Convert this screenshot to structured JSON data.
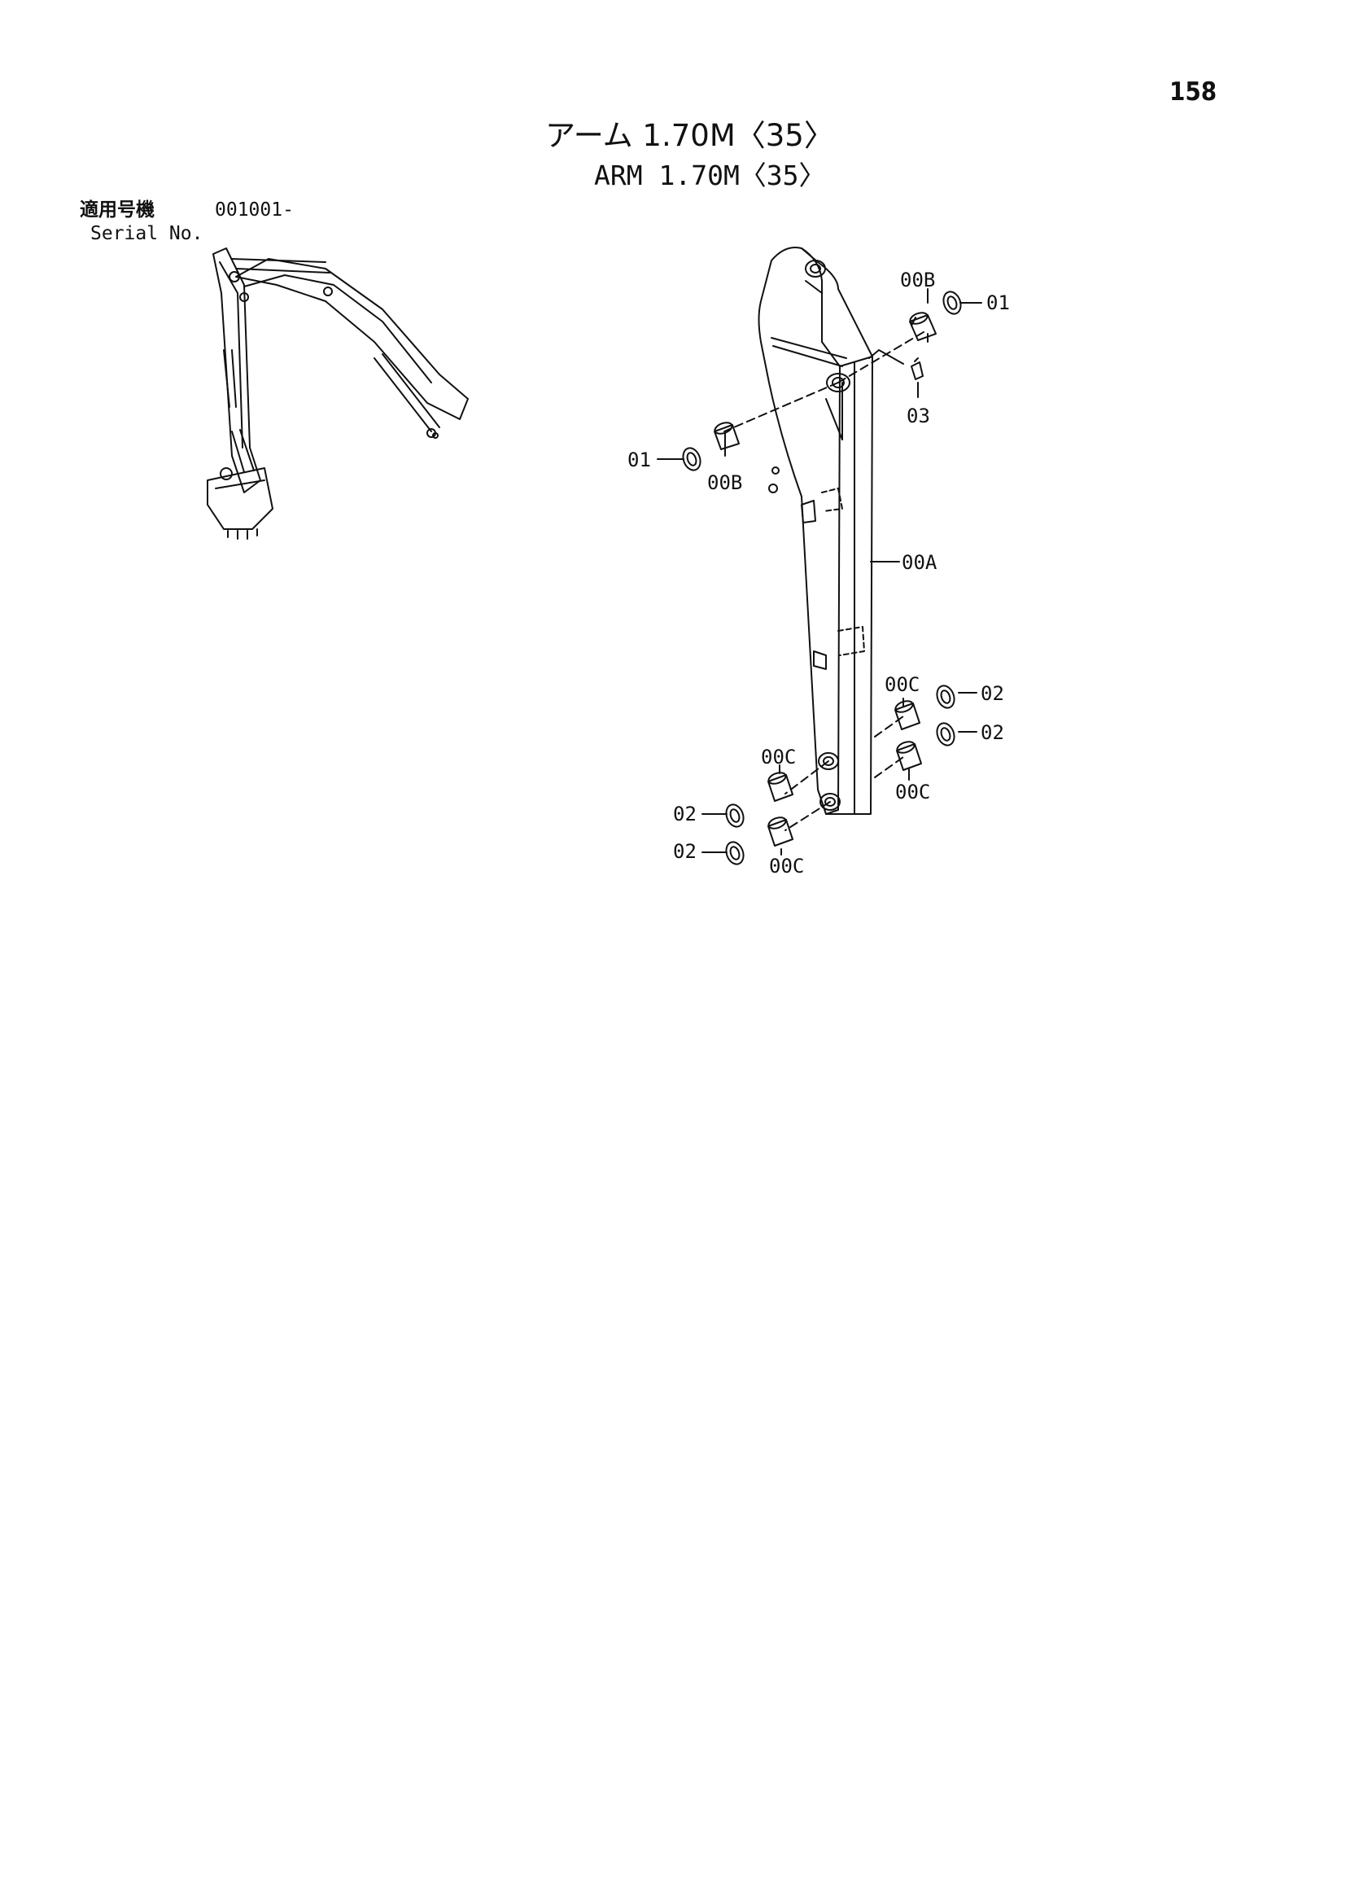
{
  "page_number": "158",
  "title": {
    "japanese": "アーム 1.70M〈35〉",
    "english": "ARM 1.70M〈35〉"
  },
  "serial": {
    "label_ja": "適用号機",
    "value": "001001-",
    "label_en": "Serial No."
  },
  "callouts": {
    "c00A": "00A",
    "c00B_top": "00B",
    "c00B_left": "00B",
    "c01_right": "01",
    "c01_left": "01",
    "c03": "03",
    "c00C_right_top": "00C",
    "c00C_right_bottom": "00C",
    "c00C_left_top": "00C",
    "c00C_left_bottom": "00C",
    "c02_right_top": "02",
    "c02_right_bottom": "02",
    "c02_left_top": "02",
    "c02_left_bottom": "02"
  },
  "colors": {
    "ink": "#111111",
    "paper": "#ffffff"
  }
}
